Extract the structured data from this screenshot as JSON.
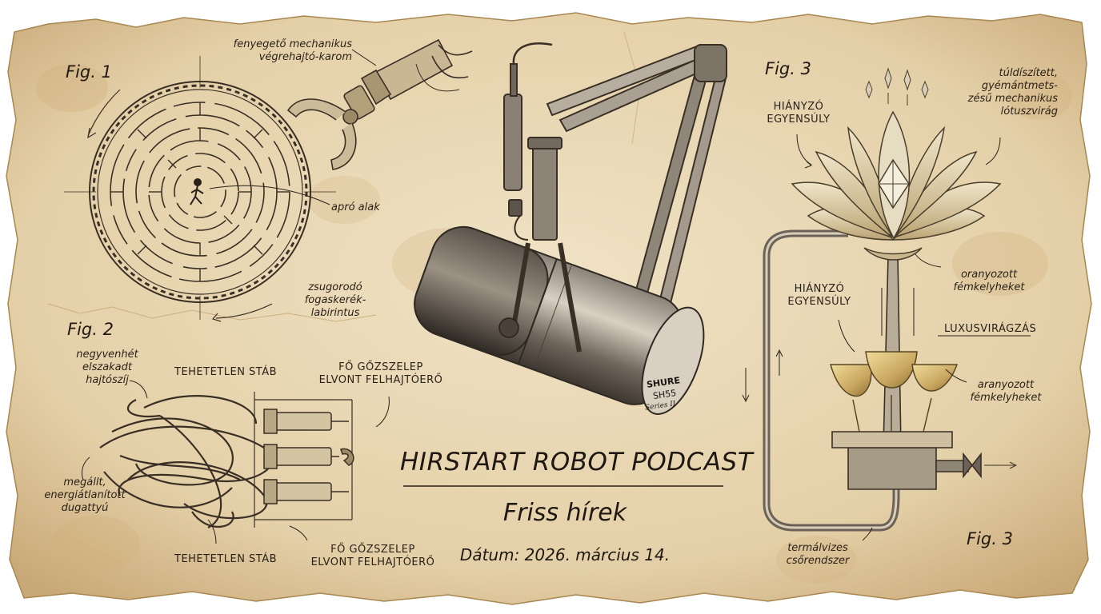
{
  "poster": {
    "title": "HIRSTART ROBOT PODCAST",
    "subtitle": "Friss hírek",
    "date": "Dátum: 2026. március 14."
  },
  "microphone": {
    "brand": "SHURE",
    "model": "SH55",
    "series": "Series II"
  },
  "fig1": {
    "label": "Fig. 1",
    "claw": "fenyegető mechanikus\nvégrehajtó-karom",
    "figure": "apró alak",
    "maze": "zsugorodó\nfogaskerék-\nlabirintus"
  },
  "fig2": {
    "label": "Fig. 2",
    "belts": "negyvenhét\nelszakadt\nhajtószíj",
    "crew_top": "TEHETETLEN STÁB",
    "valve_top": "FŐ GŐZSZELEP\nELVONT FELHAJTÓERŐ",
    "piston": "megállt,\nenergiátlanított\ndugattyú",
    "crew_bottom": "TEHETETLEN STÁB",
    "valve_bottom": "FŐ GŐZSZELEP\nELVONT FELHAJTÓERŐ"
  },
  "fig3": {
    "label_top": "Fig. 3",
    "label_bottom": "Fig. 3",
    "balance_top": "HIÁNYZÓ\nEGYENSÚLY",
    "lotus": "túldíszített,\ngyémántmets-\nzésű mechanikus\nlótuszvirág",
    "cups_right": "oranyozott\nfémkelyheket",
    "balance_mid": "HIÁNYZÓ\nEGYENSÚLY",
    "luxury": "LUXUSVIRÁGZÁS",
    "cups_right2": "aranyozott\nfémkelyheket",
    "thermal": "termálvizes\ncsőrendszer"
  },
  "colors": {
    "paper": "#e9d9b8",
    "paper_stain": "#cfae7a",
    "ink": "#2a2118",
    "brass": "#c9a760",
    "steel": "#6f665c"
  }
}
